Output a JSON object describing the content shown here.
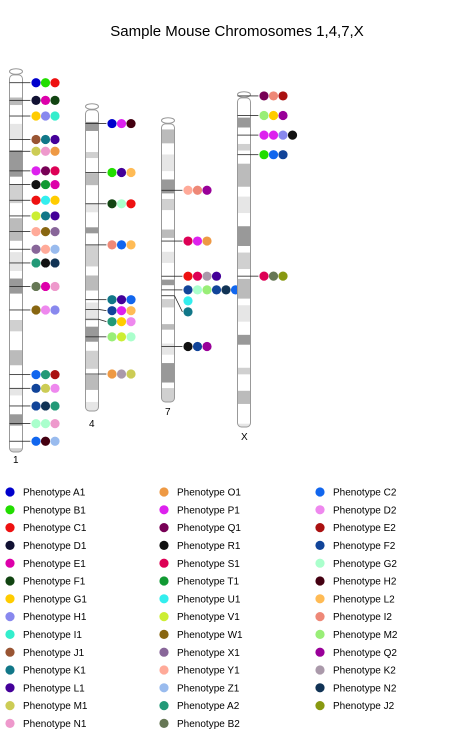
{
  "chart_data": {
    "type": "chromosome-ideogram",
    "title": "Sample Mouse Chromosomes 1,4,7,X",
    "chromosomes": [
      {
        "label": "1",
        "length_mb": 195.5,
        "centromere_mb": 3.0
      },
      {
        "label": "4",
        "length_mb": 156.9,
        "centromere_mb": 3.0
      },
      {
        "label": "7",
        "length_mb": 145.4,
        "centromere_mb": 3.0
      },
      {
        "label": "X",
        "length_mb": 171.0,
        "centromere_mb": 3.0
      }
    ],
    "phenotypes": [
      {
        "name": "Phenotype A1",
        "color": "#0000cc"
      },
      {
        "name": "Phenotype B1",
        "color": "#22dd00"
      },
      {
        "name": "Phenotype C1",
        "color": "#ee1111"
      },
      {
        "name": "Phenotype D1",
        "color": "#111133"
      },
      {
        "name": "Phenotype E1",
        "color": "#dd00aa"
      },
      {
        "name": "Phenotype F1",
        "color": "#114411"
      },
      {
        "name": "Phenotype G1",
        "color": "#ffcc00"
      },
      {
        "name": "Phenotype H1",
        "color": "#8888ee"
      },
      {
        "name": "Phenotype I1",
        "color": "#33eecc"
      },
      {
        "name": "Phenotype J1",
        "color": "#995533"
      },
      {
        "name": "Phenotype K1",
        "color": "#117788"
      },
      {
        "name": "Phenotype L1",
        "color": "#440099"
      },
      {
        "name": "Phenotype M1",
        "color": "#cccc55"
      },
      {
        "name": "Phenotype N1",
        "color": "#ee99cc"
      },
      {
        "name": "Phenotype O1",
        "color": "#ee9944"
      },
      {
        "name": "Phenotype P1",
        "color": "#dd22ee"
      },
      {
        "name": "Phenotype Q1",
        "color": "#770055"
      },
      {
        "name": "Phenotype R1",
        "color": "#111111"
      },
      {
        "name": "Phenotype S1",
        "color": "#dd0055"
      },
      {
        "name": "Phenotype T1",
        "color": "#119933"
      },
      {
        "name": "Phenotype U1",
        "color": "#33eeee"
      },
      {
        "name": "Phenotype V1",
        "color": "#ccee33"
      },
      {
        "name": "Phenotype W1",
        "color": "#886611"
      },
      {
        "name": "Phenotype X1",
        "color": "#886699"
      },
      {
        "name": "Phenotype Y1",
        "color": "#ffaa99"
      },
      {
        "name": "Phenotype Z1",
        "color": "#99bbee"
      },
      {
        "name": "Phenotype A2",
        "color": "#229977"
      },
      {
        "name": "Phenotype B2",
        "color": "#667755"
      },
      {
        "name": "Phenotype C2",
        "color": "#1166ee"
      },
      {
        "name": "Phenotype D2",
        "color": "#ee88ee"
      },
      {
        "name": "Phenotype E2",
        "color": "#aa1111"
      },
      {
        "name": "Phenotype F2",
        "color": "#114499"
      },
      {
        "name": "Phenotype G2",
        "color": "#aaffcc"
      },
      {
        "name": "Phenotype H2",
        "color": "#440011"
      },
      {
        "name": "Phenotype L2",
        "color": "#ffbb55"
      },
      {
        "name": "Phenotype I2",
        "color": "#ee8877"
      },
      {
        "name": "Phenotype M2",
        "color": "#99ee77"
      },
      {
        "name": "Phenotype Q2",
        "color": "#990099"
      },
      {
        "name": "Phenotype K2",
        "color": "#aa99aa"
      },
      {
        "name": "Phenotype N2",
        "color": "#113355"
      },
      {
        "name": "Phenotype J2",
        "color": "#889911"
      }
    ],
    "annotations": [
      {
        "chromosome": "1",
        "position_mb": 7,
        "phenotypes": [
          "Phenotype A1",
          "Phenotype B1",
          "Phenotype C1"
        ]
      },
      {
        "chromosome": "1",
        "position_mb": 16,
        "phenotypes": [
          "Phenotype D1",
          "Phenotype E1",
          "Phenotype F1"
        ]
      },
      {
        "chromosome": "1",
        "position_mb": 24,
        "phenotypes": [
          "Phenotype G1",
          "Phenotype H1",
          "Phenotype I1"
        ]
      },
      {
        "chromosome": "1",
        "position_mb": 36,
        "phenotypes": [
          "Phenotype J1",
          "Phenotype K1",
          "Phenotype L1"
        ]
      },
      {
        "chromosome": "1",
        "position_mb": 42,
        "phenotypes": [
          "Phenotype M1",
          "Phenotype N1",
          "Phenotype O1"
        ]
      },
      {
        "chromosome": "1",
        "position_mb": 52,
        "phenotypes": [
          "Phenotype P1",
          "Phenotype Q1",
          "Phenotype S1"
        ]
      },
      {
        "chromosome": "1",
        "position_mb": 59,
        "phenotypes": [
          "Phenotype R1",
          "Phenotype T1",
          "Phenotype E1"
        ]
      },
      {
        "chromosome": "1",
        "position_mb": 67,
        "phenotypes": [
          "Phenotype C1",
          "Phenotype U1",
          "Phenotype G1"
        ]
      },
      {
        "chromosome": "1",
        "position_mb": 75,
        "phenotypes": [
          "Phenotype V1",
          "Phenotype K1",
          "Phenotype L1"
        ]
      },
      {
        "chromosome": "1",
        "position_mb": 83,
        "phenotypes": [
          "Phenotype Y1",
          "Phenotype W1",
          "Phenotype X1"
        ]
      },
      {
        "chromosome": "1",
        "position_mb": 92,
        "phenotypes": [
          "Phenotype X1",
          "Phenotype Y1",
          "Phenotype Z1"
        ]
      },
      {
        "chromosome": "1",
        "position_mb": 99,
        "phenotypes": [
          "Phenotype A2",
          "Phenotype R1",
          "Phenotype N2"
        ]
      },
      {
        "chromosome": "1",
        "position_mb": 111,
        "phenotypes": [
          "Phenotype B2",
          "Phenotype E1",
          "Phenotype N1"
        ]
      },
      {
        "chromosome": "1",
        "position_mb": 123,
        "phenotypes": [
          "Phenotype W1",
          "Phenotype D2",
          "Phenotype H1"
        ]
      },
      {
        "chromosome": "1",
        "position_mb": 156,
        "phenotypes": [
          "Phenotype C2",
          "Phenotype A2",
          "Phenotype E2"
        ]
      },
      {
        "chromosome": "1",
        "position_mb": 163,
        "phenotypes": [
          "Phenotype F2",
          "Phenotype M1",
          "Phenotype D2"
        ]
      },
      {
        "chromosome": "1",
        "position_mb": 172,
        "phenotypes": [
          "Phenotype F2",
          "Phenotype N2",
          "Phenotype A2"
        ]
      },
      {
        "chromosome": "1",
        "position_mb": 181,
        "phenotypes": [
          "Phenotype G2",
          "Phenotype G2",
          "Phenotype N1"
        ]
      },
      {
        "chromosome": "1",
        "position_mb": 190,
        "phenotypes": [
          "Phenotype C2",
          "Phenotype H2",
          "Phenotype Z1"
        ]
      },
      {
        "chromosome": "4",
        "position_mb": 10,
        "phenotypes": [
          "Phenotype A1",
          "Phenotype P1",
          "Phenotype H2"
        ]
      },
      {
        "chromosome": "4",
        "position_mb": 35,
        "phenotypes": [
          "Phenotype B1",
          "Phenotype L1",
          "Phenotype L2"
        ]
      },
      {
        "chromosome": "4",
        "position_mb": 51,
        "phenotypes": [
          "Phenotype F1",
          "Phenotype G2",
          "Phenotype C1"
        ]
      },
      {
        "chromosome": "4",
        "position_mb": 72,
        "phenotypes": [
          "Phenotype I2",
          "Phenotype C2",
          "Phenotype L2"
        ]
      },
      {
        "chromosome": "4",
        "position_mb": 100,
        "phenotypes": [
          "Phenotype K1",
          "Phenotype L1",
          "Phenotype C2"
        ]
      },
      {
        "chromosome": "4",
        "position_mb": 105,
        "phenotypes": [
          "Phenotype F2",
          "Phenotype P1",
          "Phenotype L2"
        ]
      },
      {
        "chromosome": "4",
        "position_mb": 110,
        "phenotypes": [
          "Phenotype A2",
          "Phenotype G1",
          "Phenotype D2"
        ]
      },
      {
        "chromosome": "4",
        "position_mb": 119,
        "phenotypes": [
          "Phenotype M2",
          "Phenotype V1",
          "Phenotype G2"
        ]
      },
      {
        "chromosome": "4",
        "position_mb": 138,
        "phenotypes": [
          "Phenotype O1",
          "Phenotype K2",
          "Phenotype M1"
        ]
      },
      {
        "chromosome": "7",
        "position_mb": 37,
        "phenotypes": [
          "Phenotype Y1",
          "Phenotype I2",
          "Phenotype Q2"
        ]
      },
      {
        "chromosome": "7",
        "position_mb": 63,
        "phenotypes": [
          "Phenotype S1",
          "Phenotype P1",
          "Phenotype O1"
        ]
      },
      {
        "chromosome": "7",
        "position_mb": 81,
        "phenotypes": [
          "Phenotype C1",
          "Phenotype S1",
          "Phenotype K2",
          "Phenotype L1"
        ]
      },
      {
        "chromosome": "7",
        "position_mb": 88,
        "phenotypes": [
          "Phenotype F2",
          "Phenotype G2",
          "Phenotype M2",
          "Phenotype F2",
          "Phenotype N2",
          "Phenotype C2",
          "Phenotype U1"
        ]
      },
      {
        "chromosome": "7",
        "position_mb": 91,
        "phenotypes": [
          "Phenotype K1"
        ]
      },
      {
        "chromosome": "7",
        "position_mb": 117,
        "phenotypes": [
          "Phenotype R1",
          "Phenotype F2",
          "Phenotype Q2"
        ]
      },
      {
        "chromosome": "X",
        "position_mb": 2,
        "phenotypes": [
          "Phenotype Q1",
          "Phenotype I2",
          "Phenotype E2"
        ]
      },
      {
        "chromosome": "X",
        "position_mb": 12,
        "phenotypes": [
          "Phenotype M2",
          "Phenotype G1",
          "Phenotype Q2"
        ]
      },
      {
        "chromosome": "X",
        "position_mb": 22,
        "phenotypes": [
          "Phenotype P1",
          "Phenotype P1",
          "Phenotype H1",
          "Phenotype R1"
        ]
      },
      {
        "chromosome": "X",
        "position_mb": 32,
        "phenotypes": [
          "Phenotype B1",
          "Phenotype C2",
          "Phenotype F2"
        ]
      },
      {
        "chromosome": "X",
        "position_mb": 94,
        "phenotypes": [
          "Phenotype S1",
          "Phenotype B2",
          "Phenotype J2"
        ]
      }
    ]
  }
}
